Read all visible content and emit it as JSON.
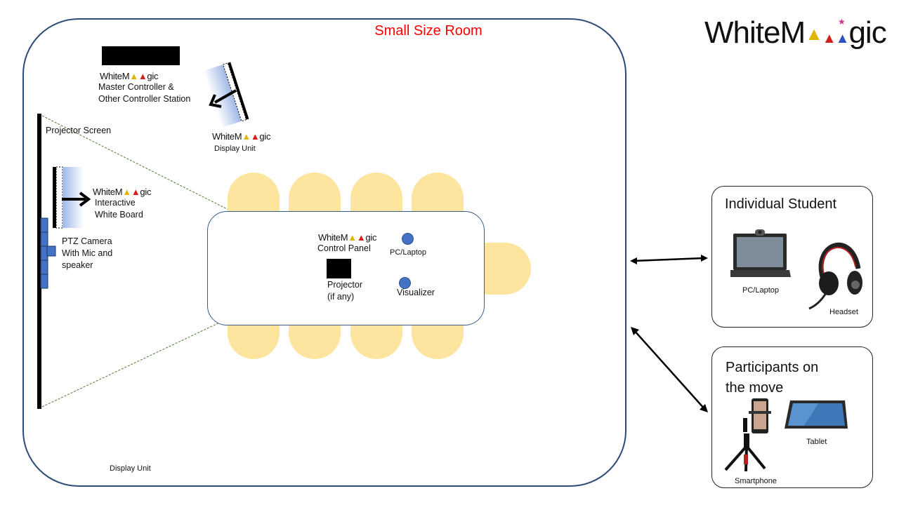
{
  "brand": {
    "logo_text": "WhiteMagic",
    "logo_prefix": "WhiteM",
    "logo_suffix": "gic",
    "triangle_colors": [
      "#e0b400",
      "#d62020",
      "#2b50c8"
    ],
    "star_color": "#d0318f"
  },
  "room": {
    "title": "Small Size Room",
    "title_color": "#ff0000",
    "master_controller_label": "Master Controller & Other Controller Station",
    "master_controller_line1": "Master Controller &",
    "master_controller_line2": "Other Controller Station",
    "display_unit_label": "Display Unit",
    "projector_screen_label": "Projector Screen",
    "iwb_line1": "Interactive",
    "iwb_line2": "White Board",
    "ptz_line1": "PTZ Camera",
    "ptz_line2": "With Mic and",
    "ptz_line3": "speaker",
    "control_panel_label": "Control Panel",
    "pc_laptop_label": "PC/Laptop",
    "visualizer_label": "Visualizer",
    "projector_line1": "Projector",
    "projector_line2": "(if any)",
    "display_unit_bottom_label": "Display Unit"
  },
  "individual_student": {
    "title": "Individual Student",
    "devices": [
      {
        "label": "PC/Laptop",
        "icon": "laptop-icon"
      },
      {
        "label": "Headset",
        "icon": "headset-icon"
      }
    ]
  },
  "participants_on_move": {
    "title_line1": "Participants on",
    "title_line2": "the move",
    "devices": [
      {
        "label": "Tablet",
        "icon": "tablet-icon"
      },
      {
        "label": "Smartphone",
        "icon": "smartphone-tripod-icon"
      }
    ]
  },
  "colors": {
    "room_border": "#2e4a78",
    "chair": "#fde5a0",
    "device_dot": "#4472c4",
    "projection_lines": "#4a7a2a"
  }
}
